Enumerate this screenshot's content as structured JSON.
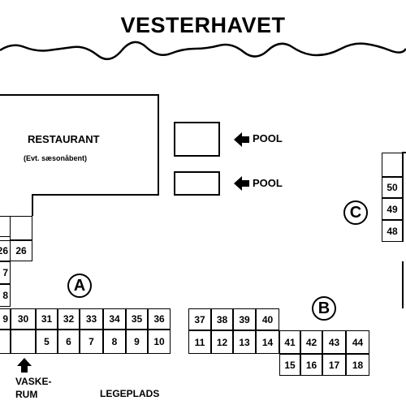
{
  "sea_label": "VESTERHAVET",
  "restaurant": {
    "name": "RESTAURANT",
    "note": "(Evt. sæsonåbent)"
  },
  "pools": [
    {
      "label": "POOL"
    },
    {
      "label": "POOL"
    }
  ],
  "zones": {
    "a": "A",
    "b": "B",
    "c": "C"
  },
  "facilities": {
    "laundry_line1": "VASKE-",
    "laundry_line2": "RUM",
    "playground": "LEGEPLADS"
  },
  "sites": {
    "u26": "26",
    "u27": "7",
    "u28": "8",
    "u29": "9",
    "u30": "30",
    "u31": "31",
    "u32": "32",
    "u33": "33",
    "u34": "34",
    "u35": "35",
    "u36": "36",
    "u5": "5",
    "u6": "6",
    "u7": "7",
    "u8": "8",
    "u9": "9",
    "u10": "10",
    "u37": "37",
    "u38": "38",
    "u39": "39",
    "u40": "40",
    "u11": "11",
    "u12": "12",
    "u13": "13",
    "u14": "14",
    "u41": "41",
    "u42": "42",
    "u43": "43",
    "u44": "44",
    "u15": "15",
    "u16": "16",
    "u17": "17",
    "u18": "18",
    "u50": "50",
    "u49": "49",
    "u48": "48",
    "u25p": "",
    "u26p": ""
  }
}
